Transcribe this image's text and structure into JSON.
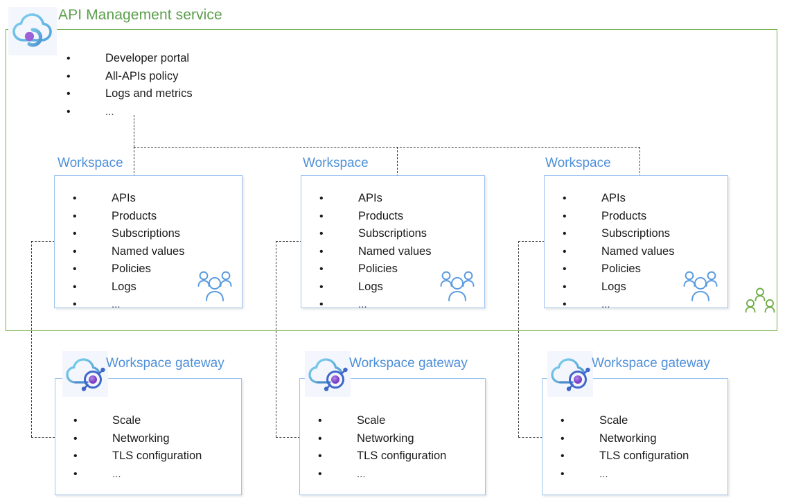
{
  "diagram": {
    "title": "API Management service",
    "title_color": "#5B9E4C",
    "container_border_color": "#70AD47",
    "accent_blue": "#4E8FD8",
    "box_border_color": "#9CC3F0",
    "connector_color": "#3B3B3B"
  },
  "apim": {
    "label": "API Management service",
    "icon": "api-management-cloud-icon",
    "bullets": [
      "Developer portal",
      "All-APIs policy",
      "Logs and metrics",
      "..."
    ]
  },
  "workspaces": [
    {
      "label": "Workspace",
      "icon": "people-group-icon",
      "bullets": [
        "APIs",
        "Products",
        "Subscriptions",
        "Named values",
        "Policies",
        "Logs",
        "..."
      ]
    },
    {
      "label": "Workspace",
      "icon": "people-group-icon",
      "bullets": [
        "APIs",
        "Products",
        "Subscriptions",
        "Named values",
        "Policies",
        "Logs",
        "..."
      ]
    },
    {
      "label": "Workspace",
      "icon": "people-group-icon",
      "bullets": [
        "APIs",
        "Products",
        "Subscriptions",
        "Named values",
        "Policies",
        "Logs",
        "..."
      ]
    }
  ],
  "gateways": [
    {
      "label": "Workspace gateway",
      "icon": "workspace-gateway-cloud-icon",
      "bullets": [
        "Scale",
        "Networking",
        "TLS configuration",
        "..."
      ]
    },
    {
      "label": "Workspace gateway",
      "icon": "workspace-gateway-cloud-icon",
      "bullets": [
        "Scale",
        "Networking",
        "TLS configuration",
        "..."
      ]
    },
    {
      "label": "Workspace gateway",
      "icon": "workspace-gateway-cloud-icon",
      "bullets": [
        "Scale",
        "Networking",
        "TLS configuration",
        "..."
      ]
    }
  ],
  "service_people": {
    "icon": "people-group-green-icon"
  }
}
